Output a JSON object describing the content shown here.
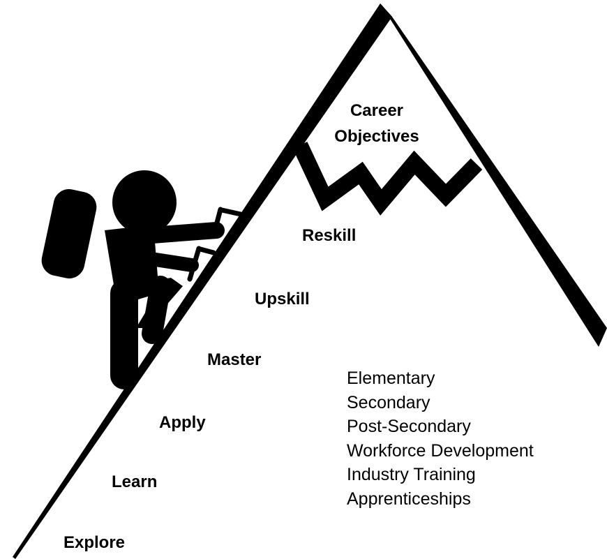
{
  "summit": {
    "line1": "Career",
    "line2": "Objectives"
  },
  "stages": [
    "Explore",
    "Learn",
    "Apply",
    "Master",
    "Upskill",
    "Reskill"
  ],
  "pathways": [
    "Elementary",
    "Secondary",
    "Post-Secondary",
    "Workforce Development",
    "Industry Training",
    "Apprenticeships"
  ],
  "colors": {
    "mountain": "#000000",
    "background": "#ffffff"
  },
  "icons": [
    "mountain-icon",
    "climber-icon",
    "backpack-icon",
    "ice-axe-icon"
  ]
}
